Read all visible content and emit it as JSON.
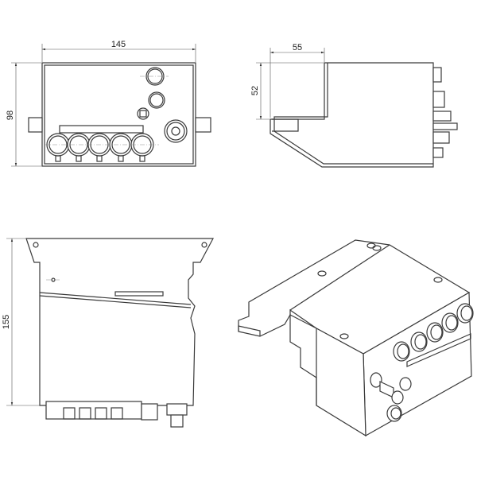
{
  "drawing": {
    "front_view": {
      "width_dim": "145",
      "height_dim": "98"
    },
    "side_view": {
      "depth_dim": "55",
      "height_dim": "52"
    },
    "rear_view": {
      "height_dim": "155"
    },
    "iso_view": {}
  },
  "colors": {
    "line": "#3a3a3a",
    "background": "#ffffff"
  }
}
